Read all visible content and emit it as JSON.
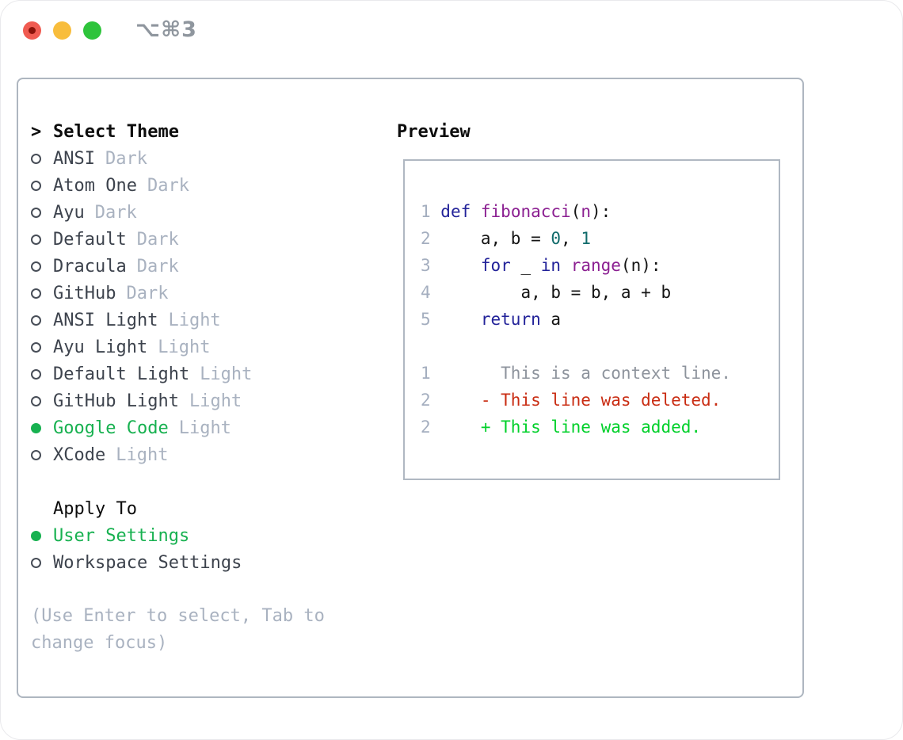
{
  "window": {
    "title": "⌥⌘3",
    "traffic_lights": [
      "close",
      "minimize",
      "zoom"
    ]
  },
  "colors": {
    "accent": "#17b150",
    "muted": "#a9b2c0",
    "textdark": "#3d434d",
    "border": "#aeb6c0",
    "titlegray": "#8f969e",
    "ln": "#a4aebf",
    "kw": "#222299",
    "fn": "#8b1f91",
    "num": "#116b6b",
    "pl": "#141414",
    "ctx": "#8d939c",
    "del": "#c92c12",
    "add": "#00d02a"
  },
  "theme_panel": {
    "header": {
      "prefix": ">",
      "label": "Select Theme"
    },
    "themes": [
      {
        "name": "ANSI",
        "variant": "Dark",
        "selected": false
      },
      {
        "name": "Atom One",
        "variant": "Dark",
        "selected": false
      },
      {
        "name": "Ayu",
        "variant": "Dark",
        "selected": false
      },
      {
        "name": "Default",
        "variant": "Dark",
        "selected": false
      },
      {
        "name": "Dracula",
        "variant": "Dark",
        "selected": false
      },
      {
        "name": "GitHub",
        "variant": "Dark",
        "selected": false
      },
      {
        "name": "ANSI Light",
        "variant": "Light",
        "selected": false
      },
      {
        "name": "Ayu Light",
        "variant": "Light",
        "selected": false
      },
      {
        "name": "Default Light",
        "variant": "Light",
        "selected": false
      },
      {
        "name": "GitHub Light",
        "variant": "Light",
        "selected": false
      },
      {
        "name": "Google Code",
        "variant": "Light",
        "selected": true
      },
      {
        "name": "XCode",
        "variant": "Light",
        "selected": false
      }
    ],
    "apply_to": {
      "label": "Apply To",
      "options": [
        {
          "name": "User Settings",
          "selected": true
        },
        {
          "name": "Workspace Settings",
          "selected": false
        }
      ]
    },
    "hint": "(Use Enter to select, Tab to change focus)"
  },
  "preview": {
    "label": "Preview",
    "lines": [
      {
        "tokens": [
          [
            "ln",
            "1 "
          ],
          [
            "kw",
            "def"
          ],
          [
            "pl",
            " "
          ],
          [
            "fn",
            "fibonacci"
          ],
          [
            "pl",
            "("
          ],
          [
            "fn",
            "n"
          ],
          [
            "pl",
            "):"
          ]
        ]
      },
      {
        "tokens": [
          [
            "ln",
            "2 "
          ],
          [
            "pl",
            "    a, b = "
          ],
          [
            "num",
            "0"
          ],
          [
            "pl",
            ", "
          ],
          [
            "num",
            "1"
          ]
        ]
      },
      {
        "tokens": [
          [
            "ln",
            "3 "
          ],
          [
            "pl",
            "    "
          ],
          [
            "kw",
            "for"
          ],
          [
            "pl",
            " _ "
          ],
          [
            "kw",
            "in"
          ],
          [
            "pl",
            " "
          ],
          [
            "fn",
            "range"
          ],
          [
            "pl",
            "(n):"
          ]
        ]
      },
      {
        "tokens": [
          [
            "ln",
            "4 "
          ],
          [
            "pl",
            "        a, b = b, a + b"
          ]
        ]
      },
      {
        "tokens": [
          [
            "ln",
            "5 "
          ],
          [
            "pl",
            "    "
          ],
          [
            "kw",
            "return"
          ],
          [
            "pl",
            " a"
          ]
        ]
      },
      {
        "tokens": []
      },
      {
        "tokens": [
          [
            "ln",
            "1"
          ],
          [
            "ctx",
            "       This is a context line."
          ]
        ]
      },
      {
        "tokens": [
          [
            "ln",
            "2"
          ],
          [
            "del",
            "     - This line was deleted."
          ]
        ]
      },
      {
        "tokens": [
          [
            "ln",
            "2"
          ],
          [
            "add",
            "     + This line was added."
          ]
        ]
      }
    ]
  }
}
